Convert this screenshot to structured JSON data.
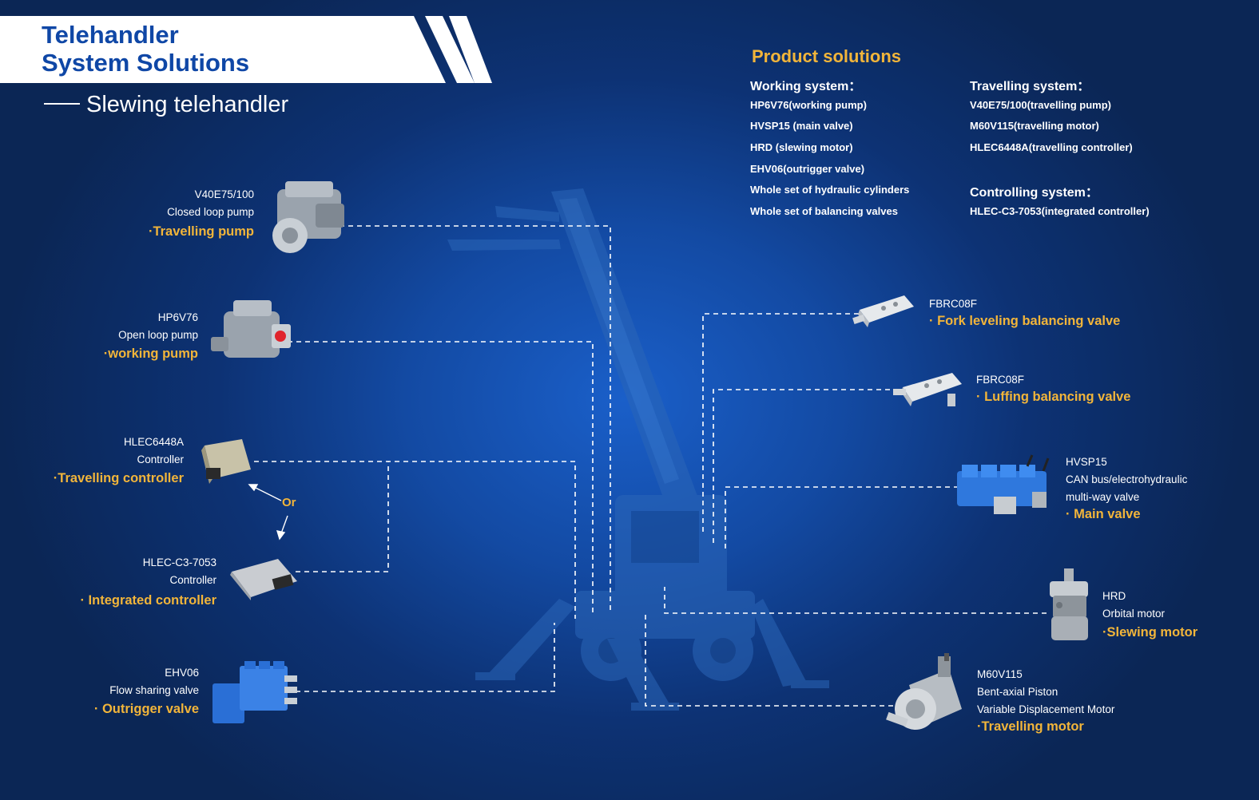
{
  "header": {
    "title_line1": "Telehandler",
    "title_line2": "System Solutions",
    "subtitle": "Slewing telehandler"
  },
  "product_solutions": {
    "title": "Product solutions",
    "working_system": {
      "heading": "Working system：",
      "items": [
        "HP6V76(working  pump)",
        "HVSP15 (main valve)",
        "HRD (slewing motor)",
        "EHV06(outrigger valve)",
        "Whole set of hydraulic cylinders",
        "Whole set of balancing valves"
      ]
    },
    "travelling_system": {
      "heading": "Travelling system：",
      "items": [
        "V40E75/100(travelling pump)",
        "M60V115(travelling motor)",
        "HLEC6448A(travelling controller)"
      ]
    },
    "controlling_system": {
      "heading": "Controlling system：",
      "items": [
        "HLEC-C3-7053(integrated controller)"
      ]
    }
  },
  "components_left": [
    {
      "model": "V40E75/100",
      "desc": "Closed loop pump",
      "role": "·Travelling pump"
    },
    {
      "model": "HP6V76",
      "desc": "Open loop pump",
      "role": "·working  pump"
    },
    {
      "model": "HLEC6448A",
      "desc": "Controller",
      "role": "·Travelling controller"
    },
    {
      "model": "HLEC-C3-7053",
      "desc": "Controller",
      "role": "· Integrated controller"
    },
    {
      "model": "EHV06",
      "desc": "Flow sharing valve",
      "role": "· Outrigger valve"
    }
  ],
  "or_label": "Or",
  "components_right": [
    {
      "model": "FBRC08F",
      "role": "· Fork leveling balancing valve"
    },
    {
      "model": "FBRC08F",
      "role": "· Luffing balancing valve"
    },
    {
      "model": "HVSP15",
      "desc1": "CAN bus/electrohydraulic",
      "desc2": "multi-way valve",
      "role": "· Main valve"
    },
    {
      "model": "HRD",
      "desc": "Orbital motor",
      "role": "·Slewing motor"
    },
    {
      "model": "M60V115",
      "desc1": "Bent-axial Piston",
      "desc2": "Variable Displacement Motor",
      "role": "·Travelling motor"
    }
  ],
  "colors": {
    "accent_gold": "#f2b53a",
    "title_blue": "#0f47a6",
    "background_blue": "#0d3274"
  },
  "icons": [
    "telehandler-silhouette",
    "pump-icon",
    "controller-icon",
    "valve-icon",
    "motor-icon"
  ]
}
